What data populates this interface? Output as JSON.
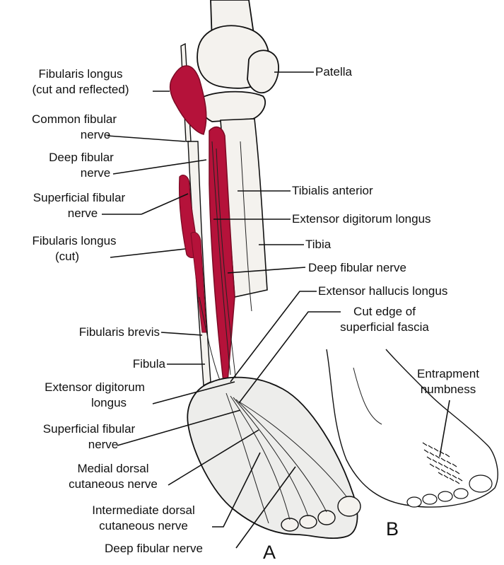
{
  "figure": {
    "panels": [
      "A",
      "B"
    ],
    "colors": {
      "muscle": "#b5123a",
      "muscle_dark": "#7a0a24",
      "bone": "#f4f2ee",
      "ink": "#111111"
    },
    "labels": {
      "patella": "Patella",
      "tibialis_anterior": "Tibialis anterior",
      "extensor_digitorum_longus_right": "Extensor digitorum longus",
      "tibia": "Tibia",
      "deep_fibular_nerve_right": "Deep fibular nerve",
      "extensor_hallucis_longus": "Extensor hallucis longus",
      "cut_edge_line1": "Cut edge of",
      "cut_edge_line2": "superficial fascia",
      "entrapment_line1": "Entrapment",
      "entrapment_line2": "numbness",
      "fibularis_longus_reflected_line1": "Fibularis longus",
      "fibularis_longus_reflected_line2": "(cut and reflected)",
      "common_fibular_line1": "Common fibular",
      "common_fibular_line2": "nerve",
      "deep_fibular_left_line1": "Deep fibular",
      "deep_fibular_left_line2": "nerve",
      "superficial_fibular_upper_line1": "Superficial fibular",
      "superficial_fibular_upper_line2": "nerve",
      "fibularis_longus_cut_line1": "Fibularis longus",
      "fibularis_longus_cut_line2": "(cut)",
      "fibularis_brevis": "Fibularis brevis",
      "fibula": "Fibula",
      "extensor_digitorum_longus_left_line1": "Extensor digitorum",
      "extensor_digitorum_longus_left_line2": "longus",
      "superficial_fibular_lower_line1": "Superficial fibular",
      "superficial_fibular_lower_line2": "nerve",
      "medial_dorsal_line1": "Medial dorsal",
      "medial_dorsal_line2": "cutaneous nerve",
      "intermediate_dorsal_line1": "Intermediate dorsal",
      "intermediate_dorsal_line2": "cutaneous nerve",
      "deep_fibular_bottom": "Deep fibular nerve"
    }
  }
}
